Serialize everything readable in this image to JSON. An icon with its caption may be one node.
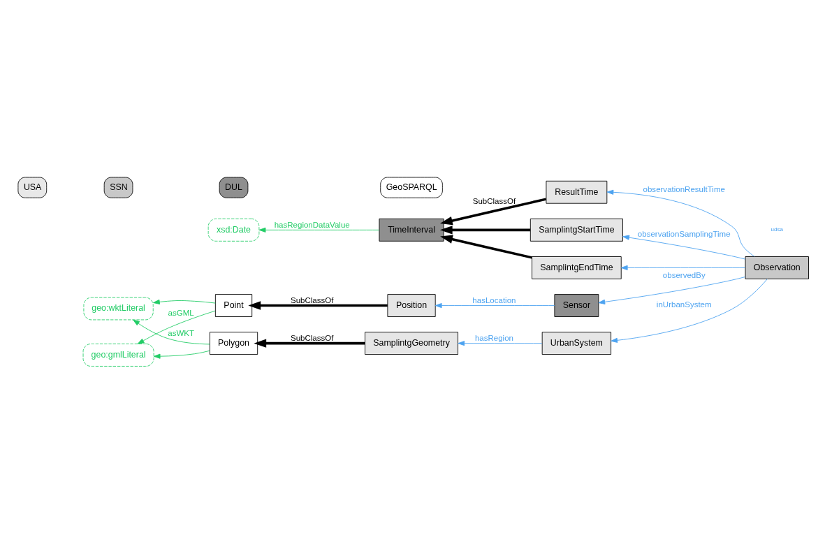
{
  "diagram": {
    "nodes": [
      {
        "text": [
          "ResultTime"
        ]
      },
      {
        "text": [
          "TimeInterval"
        ]
      },
      {
        "text": [
          "SamplintgStartTime"
        ]
      },
      {
        "text": [
          "SamplintgEndTime"
        ]
      },
      {
        "text": [
          "Observation"
        ]
      },
      {
        "text": [
          "xsd:Date"
        ]
      },
      {
        "text": [
          "UrbanSystem"
        ]
      },
      {
        "text": [
          "Sensor"
        ]
      },
      {
        "text": [
          "SamplintgGeometry"
        ]
      },
      {
        "text": [
          "Polygon"
        ]
      },
      {
        "text": [
          "Point"
        ]
      },
      {
        "text": [
          "Position"
        ]
      },
      {
        "text": [
          "geo:wktLiteral"
        ]
      },
      {
        "text": [
          "geo:gmlLiteral"
        ]
      }
    ],
    "edges": [
      {
        "from": 0,
        "to": 1,
        "arrow": "to",
        "label": "SubClassOf",
        "style": "thick",
        "color": "#000000"
      },
      {
        "from": 2,
        "to": 1,
        "arrow": "to",
        "style": "thick",
        "color": "#000000"
      },
      {
        "from": 3,
        "to": 1,
        "arrow": "to",
        "style": "thick",
        "color": "#000000"
      },
      {
        "from": 4,
        "to": 0,
        "arrow": "to",
        "label": "observationResultTime"
      },
      {
        "from": 4,
        "to": 2,
        "arrow": "to",
        "label": "observationSamplingTime"
      },
      {
        "from": 4,
        "to": 3,
        "arrow": "to"
      },
      {
        "from": 1,
        "to": 5,
        "arrow": "to",
        "label": "hasRegionDataValue",
        "color": "#22cc66"
      },
      {
        "from": 4,
        "to": 6,
        "arrow": "to",
        "label": "inUrbanSystem"
      },
      {
        "from": 4,
        "to": 7,
        "arrow": "to",
        "label": "observedBy"
      },
      {
        "from": 6,
        "to": 8,
        "arrow": "to",
        "label": "hasRegion"
      },
      {
        "from": 8,
        "to": 9,
        "arrow": "to",
        "label": "SubClassOf",
        "style": "thick",
        "color": "#000000"
      },
      {
        "from": 7,
        "to": 11,
        "arrow": "to",
        "label": "hasLocation"
      },
      {
        "from": 11,
        "to": 10,
        "arrow": "to",
        "label": "SubClassOf",
        "style": "thick",
        "color": "#000000"
      },
      {
        "from": 9,
        "to": 12,
        "arrow": "to",
        "label": "asWKT",
        "color": "#22cc66"
      },
      {
        "from": 9,
        "to": 13,
        "arrow": "to",
        "color": "#22cc66"
      },
      {
        "from": 10,
        "to": 12,
        "arrow": "to",
        "color": "#22cc66"
      },
      {
        "from": 10,
        "to": 13,
        "arrow": "to",
        "label": "asGML",
        "color": "#22cc66"
      }
    ],
    "labels": [
      "udsa"
    ],
    "legend": [
      {
        "text": "USA",
        "color": "#e8e8e8"
      },
      {
        "text": "SSN",
        "color": "#c8c8c8"
      },
      {
        "text": "DUL",
        "color": "#8f8f8f"
      },
      {
        "text": "GeoSPARQL",
        "color": "#ffffff"
      }
    ]
  }
}
